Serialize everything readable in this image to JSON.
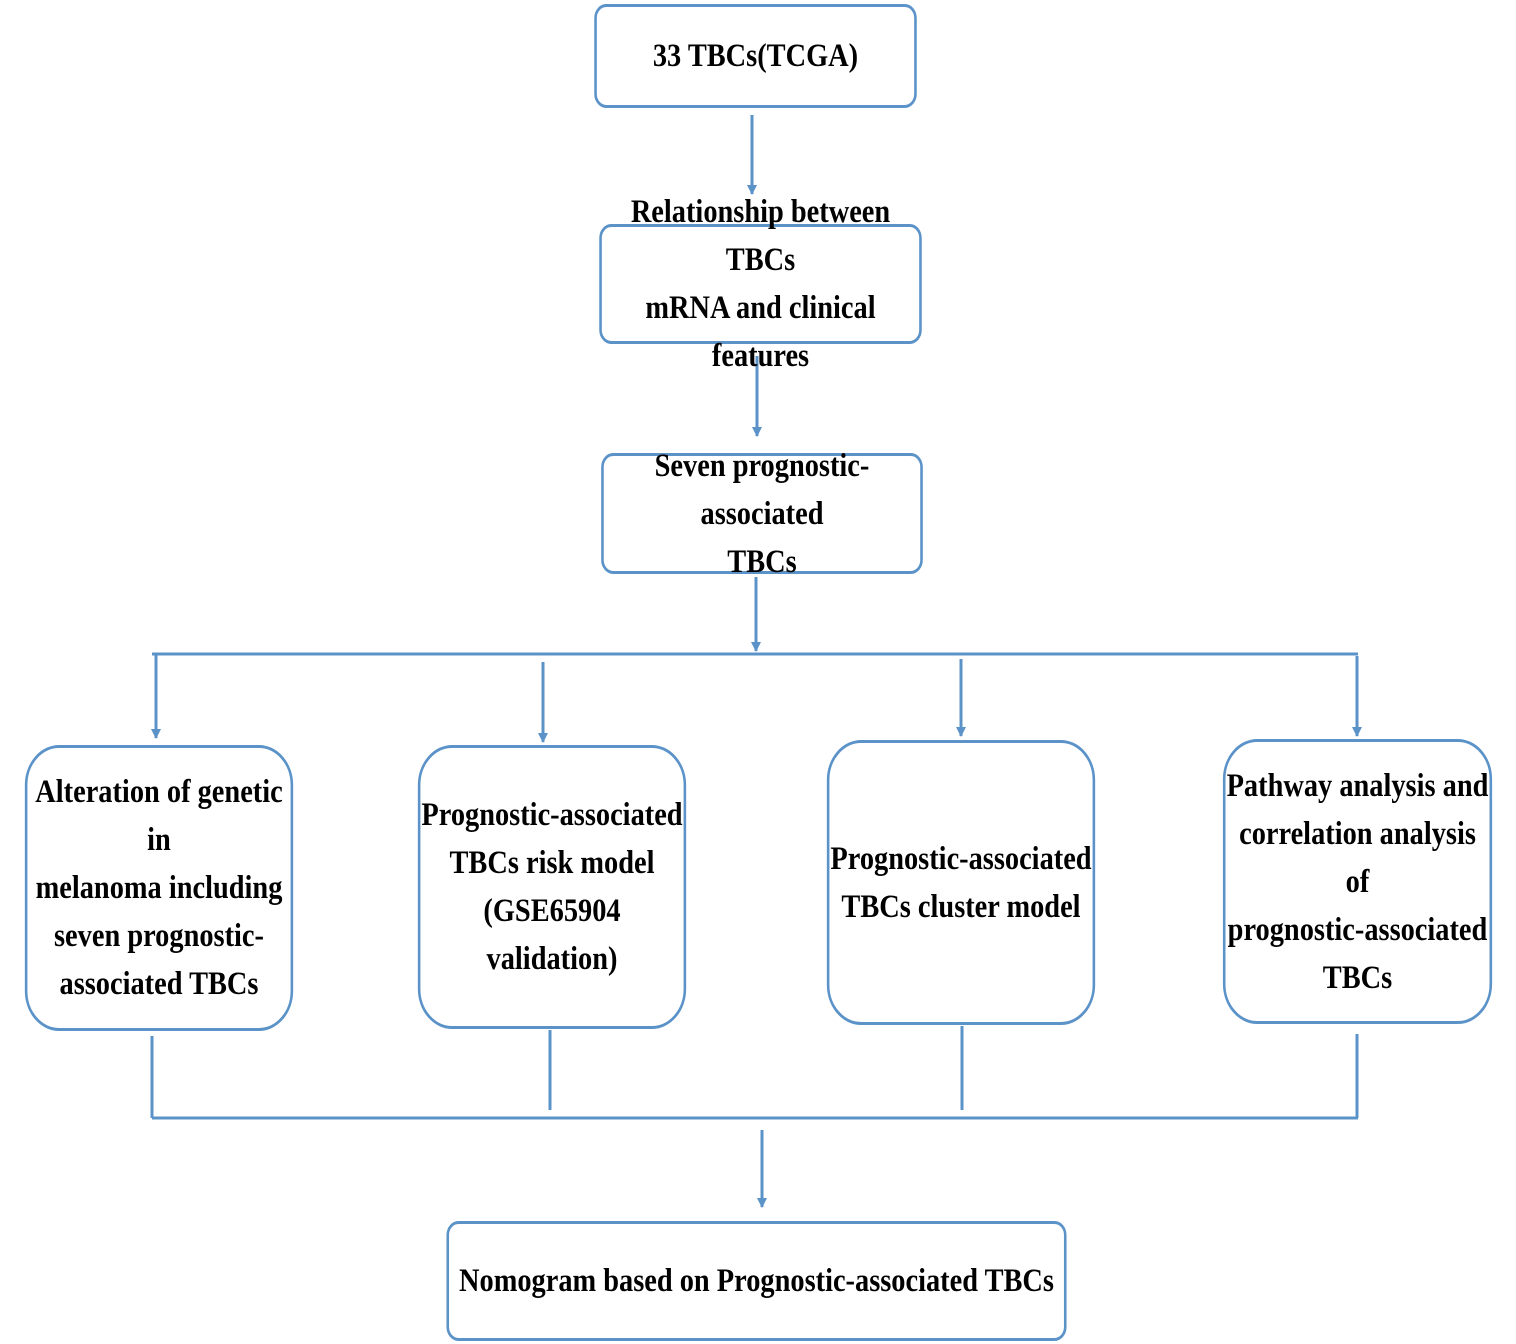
{
  "colors": {
    "line": "#5b93c9",
    "box_border": "#5b93c9",
    "text": "#000000",
    "background": "#ffffff"
  },
  "nodes": {
    "tcga": "33 TBCs(TCGA)",
    "relationship": "Relationship between TBCs\nmRNA and clinical features",
    "seven": "Seven prognostic-associated\nTBCs",
    "alteration": "Alteration of genetic in\nmelanoma including\nseven prognostic-\nassociated TBCs",
    "risk_model": "Prognostic-associated\nTBCs risk model\n(GSE65904 validation)",
    "cluster_model": "Prognostic-associated\nTBCs cluster model",
    "pathway": "Pathway analysis and\ncorrelation analysis of\nprognostic-associated\nTBCs",
    "nomogram": "Nomogram based on Prognostic-associated TBCs"
  }
}
